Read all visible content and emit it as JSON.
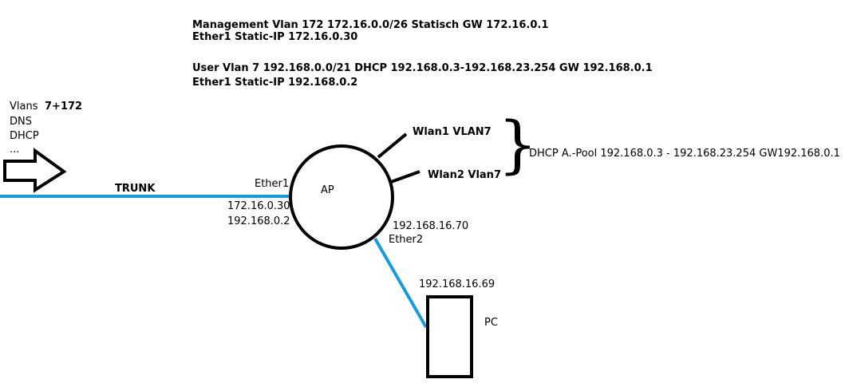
{
  "header": {
    "mgmt_line1": "Management Vlan 172 172.16.0.0/26 Statisch GW 172.16.0.1",
    "mgmt_line2": "Ether1 Static-IP 172.16.0.30",
    "user_line1": "User Vlan 7 192.168.0.0/21 DHCP 192.168.0.3-192.168.23.254 GW 192.168.0.1",
    "user_line2": "Ether1 Static-IP 192.168.0.2"
  },
  "left_panel": {
    "vlans_label": "Vlans",
    "vlans_value": "7+172",
    "dns": "DNS",
    "dhcp": "DHCP",
    "more": "..."
  },
  "trunk": {
    "label": "TRUNK",
    "color": "#1a9bd7"
  },
  "ap": {
    "label": "AP",
    "ether1_label": "Ether1",
    "ether1_ip1": "172.16.0.30",
    "ether1_ip2": "192.168.0.2",
    "ether2_ip": "192.168.16.70",
    "ether2_label": "Ether2"
  },
  "wlans": {
    "wlan1": "Wlan1 VLAN7",
    "wlan2": "Wlan2 Vlan7",
    "brace": "}",
    "dhcp_pool": "DHCP A.-Pool 192.168.0.3 - 192.168.23.254 GW192.168.0.1"
  },
  "pc": {
    "ip": "192.168.16.69",
    "label": "PC"
  }
}
